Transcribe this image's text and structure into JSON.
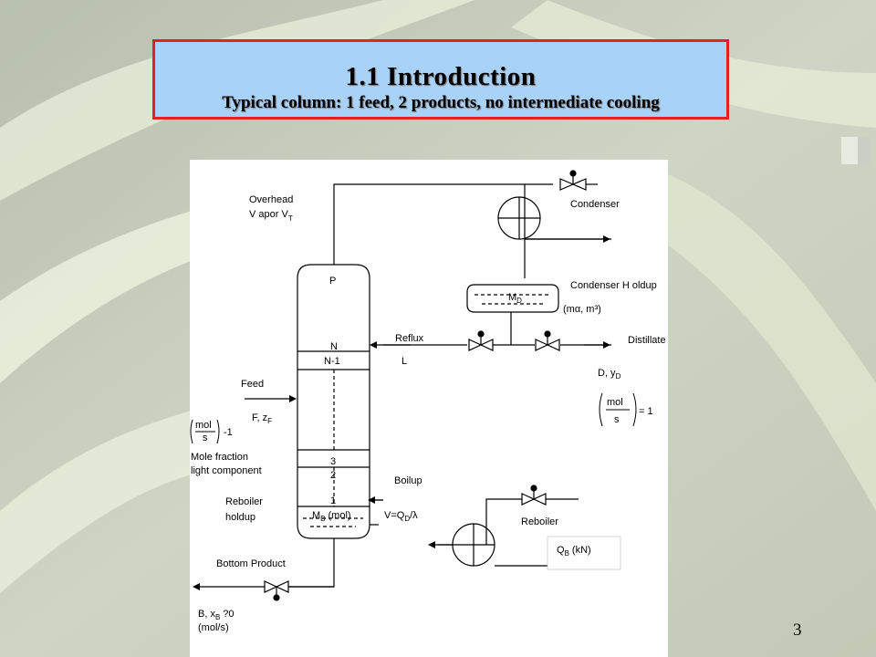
{
  "title": {
    "line1": "1.1 Introduction",
    "line2": "Typical column: 1 feed, 2 products, no intermediate cooling"
  },
  "slide_number": "3",
  "colors": {
    "title_fill": "#a9d2f8",
    "title_border": "#e2231a",
    "background": "#c2c9b6"
  },
  "diagram": {
    "overhead_vapor": "Overhead",
    "overhead_vapor_line2": "V apor V",
    "overhead_vapor_sub": "T",
    "condenser": "Condenser",
    "condenser_holdup": "Condenser H oldup",
    "holdup_md": "M",
    "holdup_md_sub": "D",
    "holdup_units": "(mα, m³)",
    "reflux": "Reflux",
    "reflux_l": "L",
    "distillate": "Distillate",
    "distillate_flow": "D, y",
    "distillate_flow_sub": "D",
    "mol_frac_num": "mol",
    "mol_frac_den": "s",
    "mol_eq": "= 1",
    "column_top": "P",
    "tray_n": "N",
    "tray_n1": "N-1",
    "tray_3": "3",
    "tray_2": "2",
    "tray_1": "1",
    "feed": "Feed",
    "feed_flow": "F, z",
    "feed_flow_sub": "F",
    "feed_units_num": "mol",
    "feed_units_den": "s",
    "feed_units_eq": "-1",
    "mole_fraction": "Mole fraction",
    "light_component": "light component",
    "boilup": "Boilup",
    "boilup_formula": "V=Q",
    "boilup_formula_sub": "D",
    "boilup_formula_tail": "/λ",
    "reboiler_holdup": "Reboiler",
    "reboiler_holdup_line2": "holdup",
    "holdup_mb": "M",
    "holdup_mb_sub": "B",
    "holdup_mb_units": "(mol)",
    "reboiler": "Reboiler",
    "reboiler_duty": "Q",
    "reboiler_duty_sub": "B",
    "reboiler_duty_units": "(kN)",
    "bottom_product": "Bottom Product",
    "bottom_flow": "B, x",
    "bottom_flow_sub": "B",
    "bottom_flow_tail": "?0",
    "bottom_units": "(mol/s)"
  }
}
